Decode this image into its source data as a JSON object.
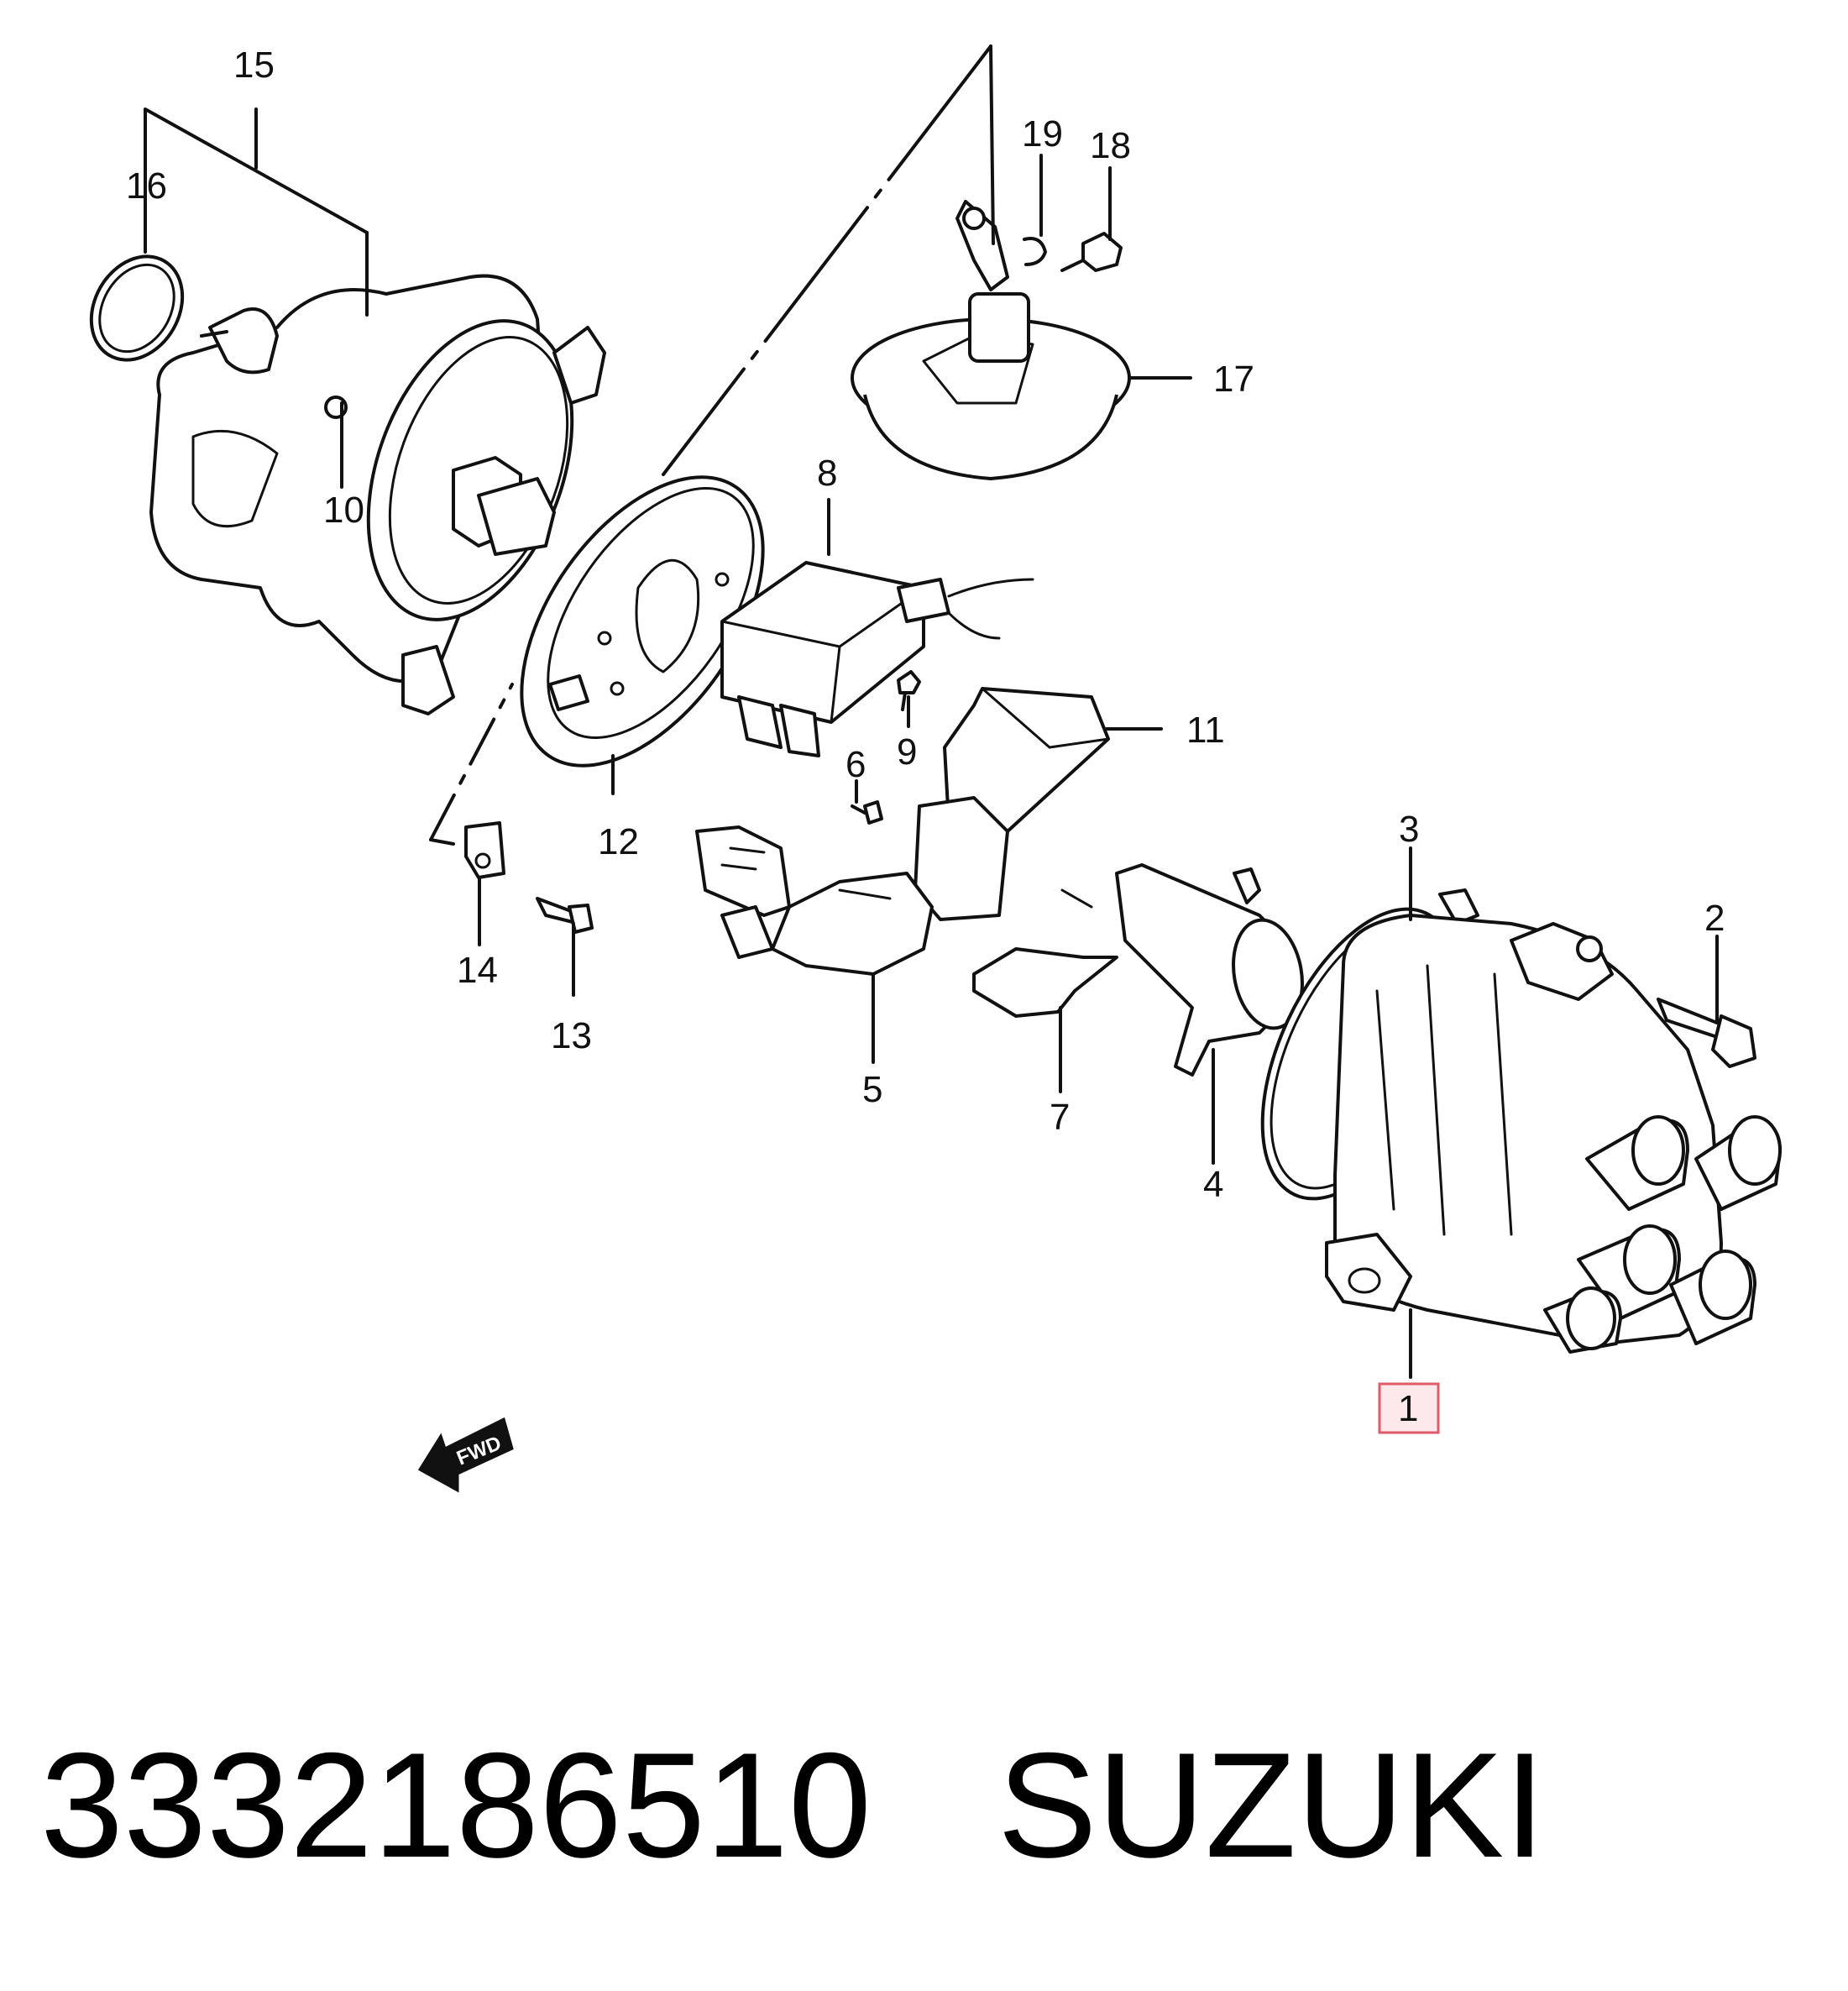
{
  "diagram": {
    "labels": {
      "l1": "1",
      "l2": "2",
      "l3": "3",
      "l4": "4",
      "l5": "5",
      "l6": "6",
      "l7": "7",
      "l8": "8",
      "l9": "9",
      "l10": "10",
      "l11": "11",
      "l12": "12",
      "l13": "13",
      "l14": "14",
      "l15": "15",
      "l16": "16",
      "l17": "17",
      "l18": "18",
      "l19": "19"
    },
    "fwd_mark": "FWD",
    "highlight_color": "#e05a6a",
    "line_color": "#111111"
  },
  "caption": {
    "part_number": "3332186510",
    "brand": "SUZUKI"
  }
}
